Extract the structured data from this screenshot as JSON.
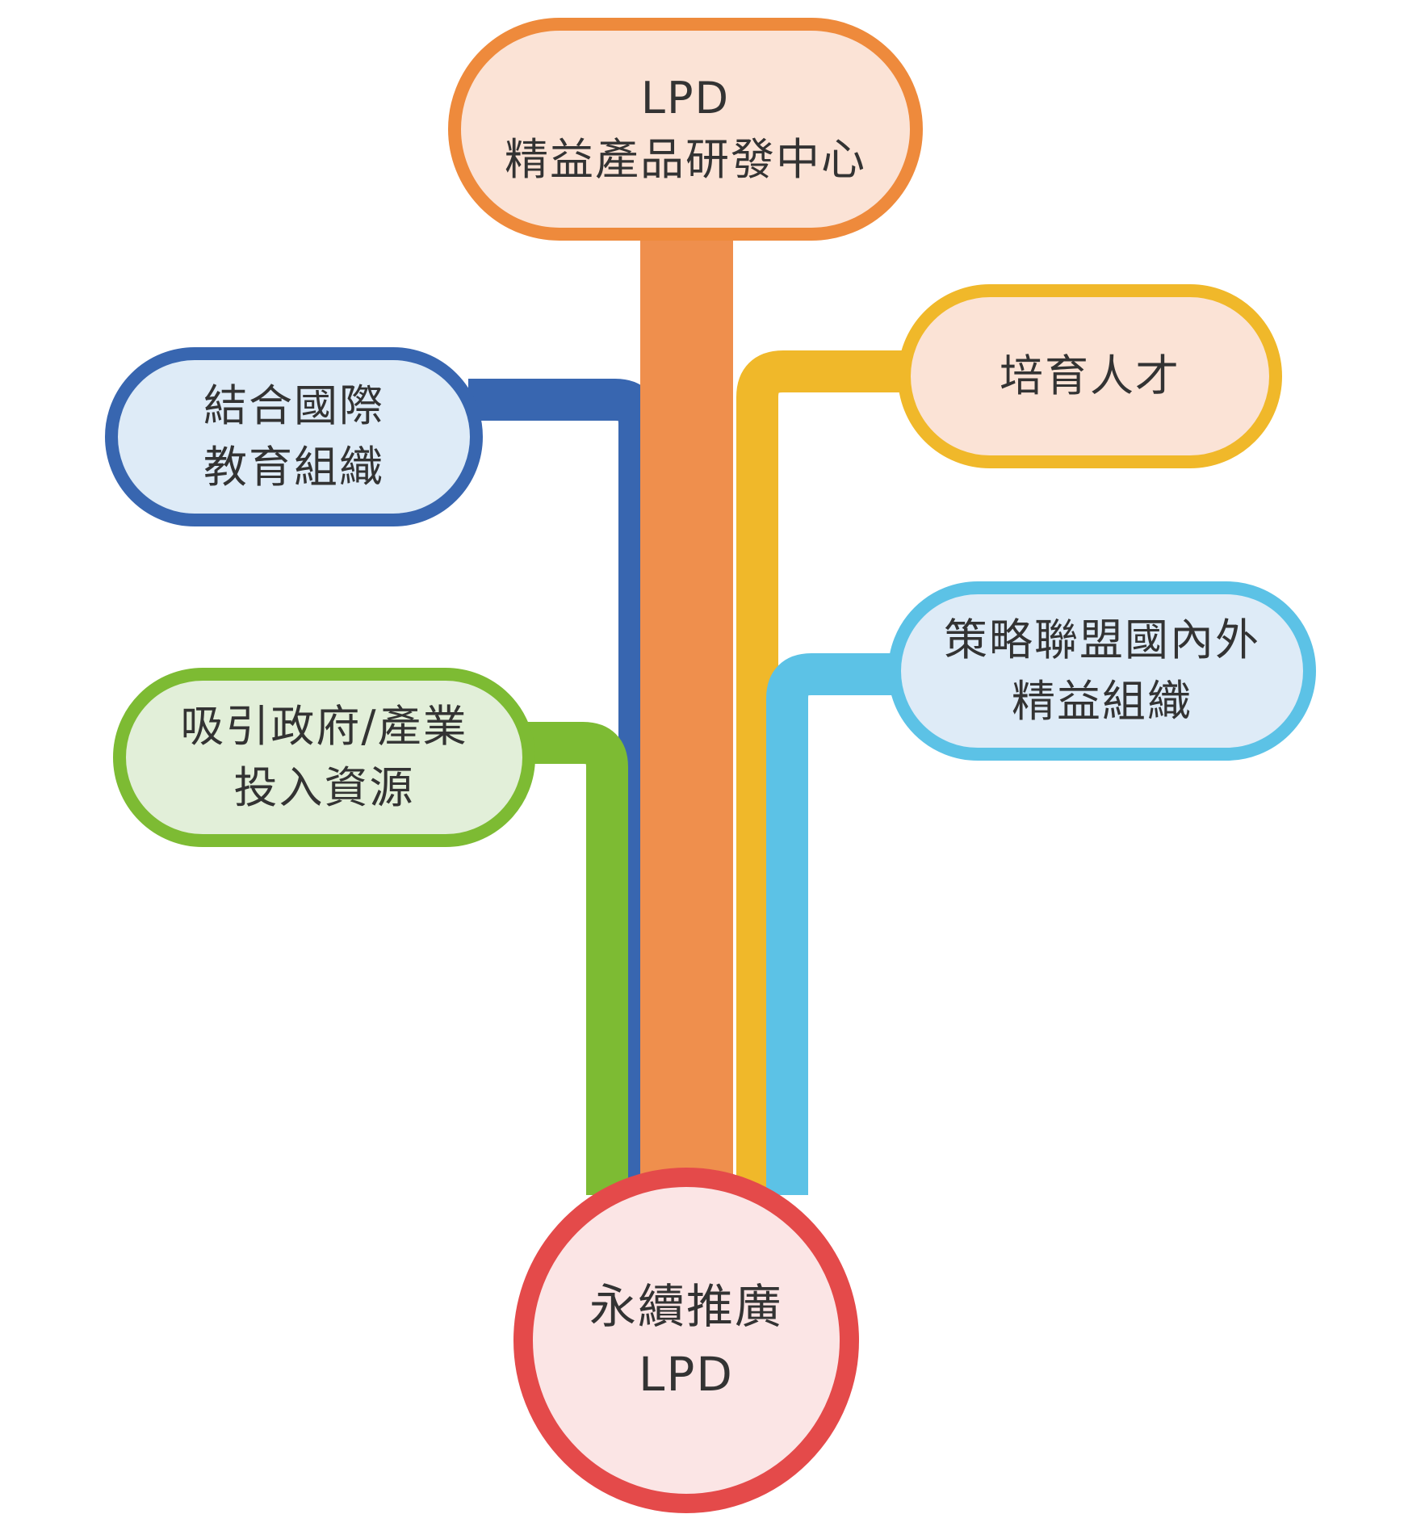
{
  "diagram": {
    "root": {
      "line1": "LPD",
      "line2": "精益產品研發中心",
      "border": "#EE8A3C",
      "fill": "#FBE3D6"
    },
    "goal": {
      "line1": "永續推廣",
      "line2": "LPD",
      "border": "#E44A4A",
      "fill": "#FBE5E5"
    },
    "branches": [
      {
        "id": "international",
        "line1": "結合國際",
        "line2": "教育組織",
        "color": "#3866B0",
        "fill": "#DEEBF7"
      },
      {
        "id": "resources",
        "line1": "吸引政府/產業",
        "line2": "投入資源",
        "color": "#7DBB33",
        "fill": "#E2EFD9"
      },
      {
        "id": "talent",
        "line1": "培育人才",
        "line2": "",
        "color": "#F0B82A",
        "fill": "#FBE3D6"
      },
      {
        "id": "alliance",
        "line1": "策略聯盟國內外",
        "line2": "精益組織",
        "color": "#5CC2E6",
        "fill": "#DEEBF7"
      }
    ],
    "trunk_color": "#EF8F4D"
  }
}
